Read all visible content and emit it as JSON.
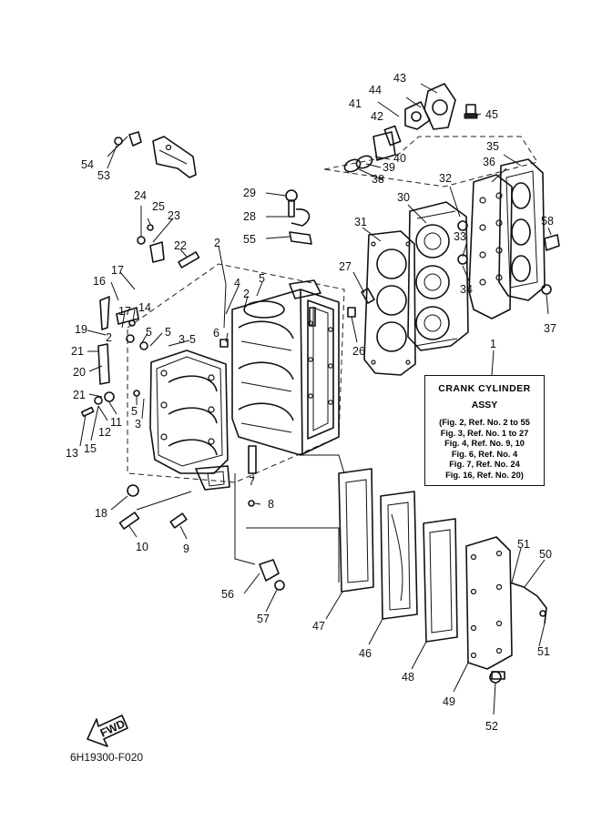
{
  "drawing_code": "6H19300-F020",
  "direction_label": "FWD",
  "assembly_note": {
    "title": "CRANK CYLINDER",
    "subtitle": "ASSY",
    "refs": [
      "(Fig. 2, Ref. No. 2 to 55",
      "Fig. 3, Ref. No. 1 to 27",
      "Fig. 4, Ref. No. 9, 10",
      "Fig. 6, Ref. No. 4",
      "Fig. 7, Ref. No. 24",
      "Fig. 16, Ref. No. 20)"
    ]
  },
  "callouts": {
    "n1": "1",
    "n2a": "2",
    "n2b": "2",
    "n2c": "2",
    "n3a": "3",
    "n3b": "3",
    "n4": "4",
    "n5a": "5",
    "n5b": "5",
    "n5c": "5",
    "n5d": "5",
    "n6": "6",
    "n7": "7",
    "n8": "8",
    "n9": "9",
    "n10": "10",
    "n11": "11",
    "n12": "12",
    "n13": "13",
    "n14": "14",
    "n15": "15",
    "n16": "16",
    "n17a": "17",
    "n17b": "17",
    "n18": "18",
    "n19": "19",
    "n20": "20",
    "n21a": "21",
    "n21b": "21",
    "n22": "22",
    "n23": "23",
    "n24": "24",
    "n25": "25",
    "n26": "26",
    "n27": "27",
    "n28": "28",
    "n29": "29",
    "n30": "30",
    "n31": "31",
    "n32": "32",
    "n33": "33",
    "n34": "34",
    "n35": "35",
    "n36": "36",
    "n37": "37",
    "n38": "38",
    "n39": "39",
    "n40": "40",
    "n41": "41",
    "n42": "42",
    "n43": "43",
    "n44": "44",
    "n45": "45",
    "n46": "46",
    "n47": "47",
    "n48": "48",
    "n49": "49",
    "n50": "50",
    "n51a": "51",
    "n51b": "51",
    "n52": "52",
    "n53": "53",
    "n54": "54",
    "n55": "55",
    "n56": "56",
    "n57": "57",
    "n58": "58"
  }
}
